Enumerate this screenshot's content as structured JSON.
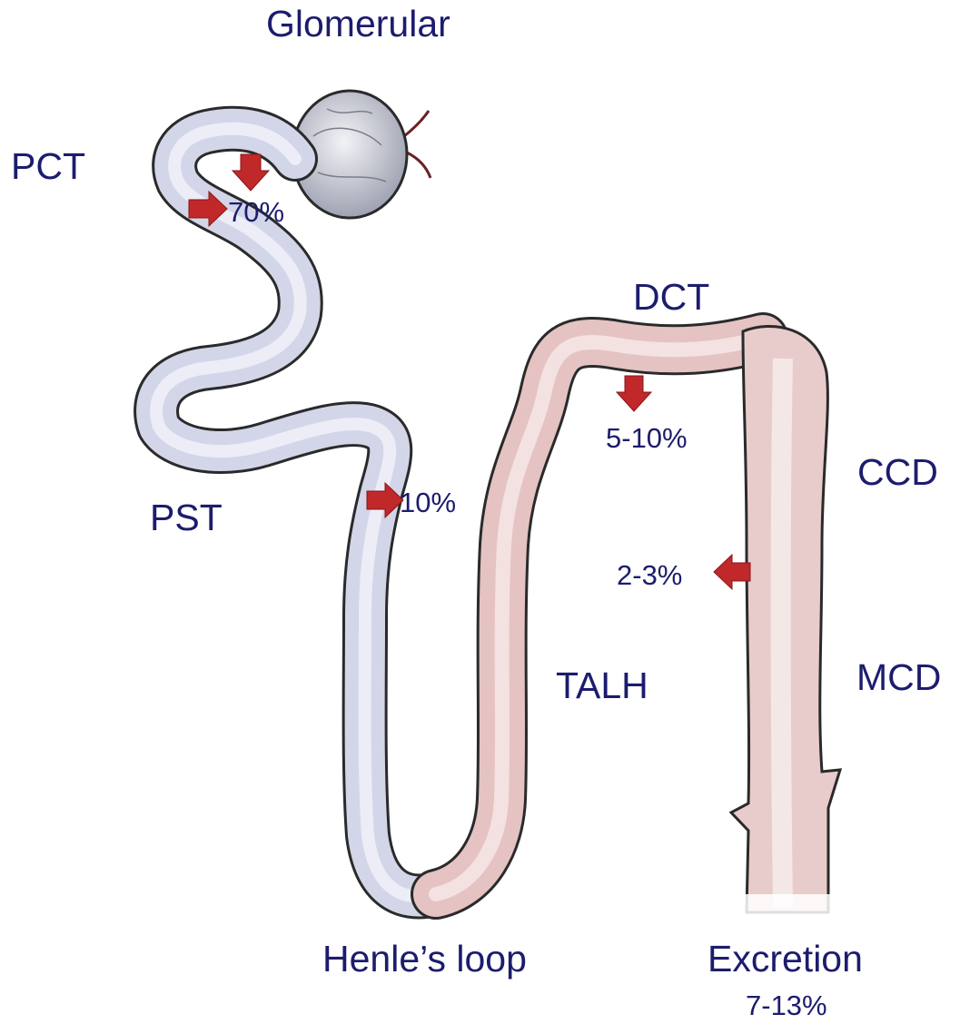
{
  "labels": {
    "glomerular": "Glomerular",
    "pct": "PCT",
    "pst": "PST",
    "dct": "DCT",
    "ccd": "CCD",
    "mcd": "MCD",
    "talh": "TALH",
    "henle": "Henle’s loop",
    "excretion": "Excretion"
  },
  "percentages": {
    "pct": "70%",
    "pst": "10%",
    "dct": "5-10%",
    "ccd": "2-3%",
    "excretion": "7-13%"
  },
  "colors": {
    "text": "#1c1c6e",
    "arrow": "#c0282a",
    "proximal_tubule": "#cfd4e6",
    "distal_tubule": "#e6c6c6",
    "outline": "#2a2a2a"
  },
  "icons": {
    "reabsorption_arrow": "red-block-arrow-icon"
  }
}
